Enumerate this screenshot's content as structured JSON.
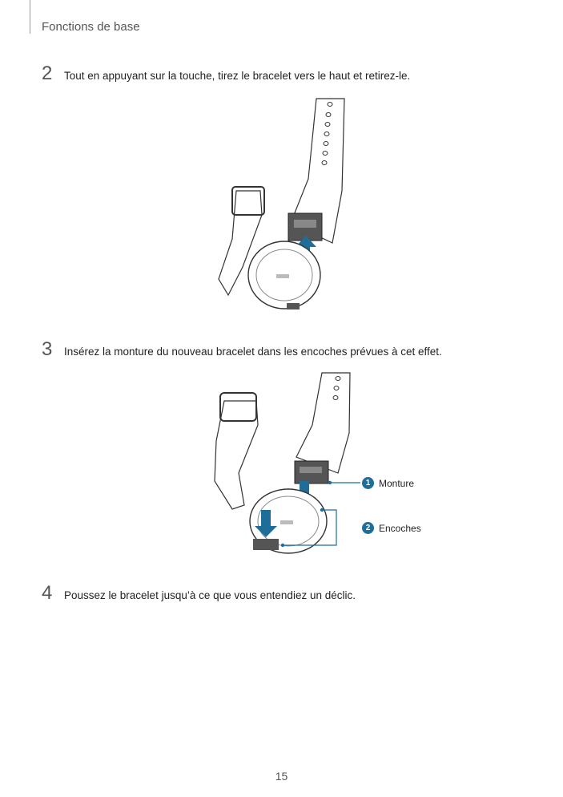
{
  "header": {
    "section": "Fonctions de base"
  },
  "steps": [
    {
      "number": "2",
      "text": "Tout en appuyant sur la touche, tirez le bracelet vers le haut et retirez-le."
    },
    {
      "number": "3",
      "text": "Insérez la monture du nouveau bracelet dans les encoches prévues à cet effet."
    },
    {
      "number": "4",
      "text": "Poussez le bracelet jusqu’à ce que vous entendiez un déclic."
    }
  ],
  "callouts": [
    {
      "number": "1",
      "label": "Monture"
    },
    {
      "number": "2",
      "label": "Encoches"
    }
  ],
  "footer": {
    "page_number": "15"
  },
  "colors": {
    "accent": "#1f6e9a",
    "text": "#231f20",
    "muted": "#555555"
  }
}
